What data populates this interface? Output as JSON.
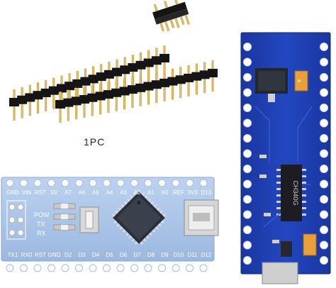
{
  "caption": "1PC",
  "board_front": {
    "top_labels": [
      "GND",
      "VIN",
      "RST",
      "5V",
      "A7",
      "A6",
      "A5",
      "A4",
      "A3",
      "A2",
      "A1",
      "A0",
      "REF",
      "3V3",
      "D13"
    ],
    "bottom_labels": [
      "TX1",
      "RX0",
      "RST",
      "GND",
      "D2",
      "D3",
      "D4",
      "D5",
      "D6",
      "D7",
      "D8",
      "D9",
      "D10",
      "D11",
      "D12"
    ],
    "led_labels": [
      "POW",
      "TX",
      "RX"
    ]
  },
  "board_back": {
    "chip_marking": "CH340G"
  },
  "colors": {
    "pcb_blue": "#1f3fb0",
    "pcb_front_light": "#a9c3e6",
    "gold": "#d9b24a",
    "header_black": "#151515",
    "chip_black": "#1c1c22"
  }
}
